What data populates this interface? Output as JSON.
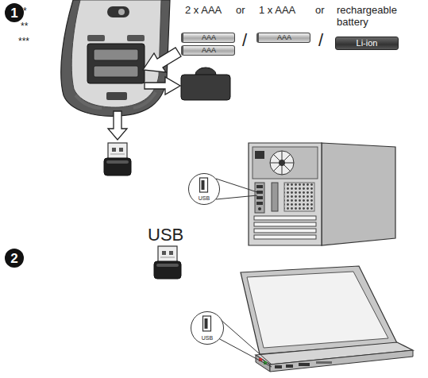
{
  "diagram": {
    "nodes": [
      {
        "text": [
          "1"
        ]
      },
      {
        "text": [
          "AAA"
        ]
      },
      {
        "text": [
          "AAA"
        ]
      },
      {
        "text": [
          "AAA"
        ]
      },
      {
        "text": [
          "Li-ion"
        ]
      },
      {
        "text": [
          "USB"
        ]
      },
      {
        "text": [
          "2"
        ]
      },
      {
        "text": [
          "USB"
        ]
      }
    ],
    "labels": [
      "*",
      "**",
      "***",
      "2 x AAA",
      "or",
      "1 x AAA",
      "or",
      "rechargeable battery",
      "/",
      "/",
      "USB"
    ]
  }
}
